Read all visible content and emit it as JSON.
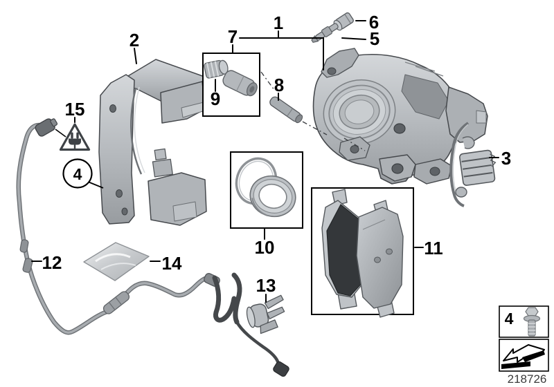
{
  "diagram": {
    "doc_number": "218726",
    "callouts": {
      "c1": "1",
      "c2": "2",
      "c3": "3",
      "c4": "4",
      "c5": "5",
      "c6": "6",
      "c7": "7",
      "c8": "8",
      "c9": "9",
      "c10": "10",
      "c11": "11",
      "c12": "12",
      "c13": "13",
      "c14": "14",
      "c15": "15"
    },
    "icons": {
      "warning_triangle": "electrical-plug-warning-icon",
      "direction_arrow": "direction-of-travel-arrow-icon",
      "legend_bolt": "flange-bolt-icon"
    },
    "colors": {
      "line": "#000000",
      "part_fill": "#b7bbbf",
      "part_stroke": "#46494d",
      "pad_dark": "#34373a",
      "doc_number_color": "#3a3a3a",
      "background": "#ffffff"
    }
  }
}
